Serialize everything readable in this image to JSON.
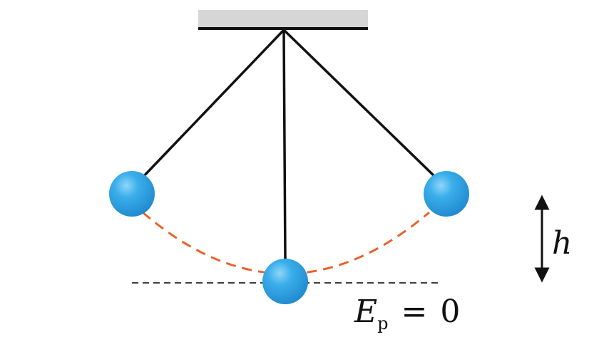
{
  "labels": {
    "height_symbol": "h",
    "energy_symbol": "E",
    "energy_subscript": "p",
    "energy_equals": "=",
    "energy_value": "0"
  },
  "colors": {
    "ceiling": "#d6d6d6",
    "string": "#111111",
    "bob": "#2e9fe2",
    "bob_highlight": "#7fcdf7",
    "bob_shadow": "#1c79b8",
    "trajectory": "#e8622a",
    "reference_line": "#222222",
    "arrow": "#111111"
  }
}
